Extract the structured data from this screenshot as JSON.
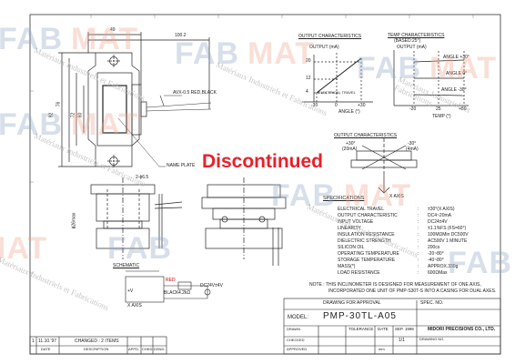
{
  "dimensions": {
    "d49": "49",
    "d100": "100.2",
    "d76": "76",
    "d92": "92",
    "d60": "60",
    "d72": "72",
    "d63": "63",
    "hole": "2-ϕ6.5",
    "height": "ϕ26max"
  },
  "labels": {
    "lead": "AVX-0.5  RED,BLACK",
    "nameplate": "NAME PLATE",
    "xaxis": "X AXIS",
    "schematic": "SCHEMATIC",
    "sch_red": "RED",
    "sch_black": "BLACK",
    "sch_vplus": "+V",
    "sch_xaxis": "X AXIS",
    "sch_resistor": "4.2kΩ",
    "sch_supply": "DC24V±4V"
  },
  "charts": {
    "output_title": "OUTPUT CHARACTERISTICS",
    "output_ylabel": "OUTPUT (mA)",
    "output_y20": "20",
    "output_y12": "12",
    "output_y4": "4",
    "output_ctr": "ELECTRICAL TRAVEL",
    "output_xm30": "-30",
    "output_x0": "0",
    "output_xp30": "+30",
    "output_angle": "ANGLE (°)",
    "temp_title": "TEMP CHARACTERISTICS",
    "temp_sub": "(BASED:25°)",
    "temp_ylabel": "OUTPUT (mA)",
    "temp_a30": "ANGLE +30°",
    "temp_a0": "ANGLE 0°",
    "temp_am30": "ANGLE -30°",
    "temp_x_m20": "-20",
    "temp_x25": "25",
    "temp_x80": "+80",
    "temp_xlabel": "TEMP (°)",
    "out2_title": "OUTPUT CHARACTERISTICS",
    "out2_p30": "+30°",
    "out2_p30b": "(20mA)",
    "out2_m30": "-30°",
    "out2_m30b": "(4mA)"
  },
  "specs": {
    "title": "SPECIFICATIONS",
    "rows": [
      {
        "label": "ELECTRICAL TRAVEL",
        "value": "±30°(X AXIS)"
      },
      {
        "label": "OUTPUT CHARACTERISTIC",
        "value": "DC4~20mA"
      },
      {
        "label": "INPUT VOLTAGE",
        "value": "DC24±4V"
      },
      {
        "label": "LINEARITY",
        "value": "±1.1%FS (FS=60°)"
      },
      {
        "label": "INSULATION RESISTANCE",
        "value": "100MΩMin  DC500V"
      },
      {
        "label": "DIELECTRIC STRENGTH",
        "value": "AC500V  1 MINUTE"
      },
      {
        "label": "SILICON OIL",
        "value": "200cs"
      },
      {
        "label": "OPERATING TEMPERATURE",
        "value": "-20~80°"
      },
      {
        "label": "STORAGE TEMPERATURE",
        "value": "-40~80°"
      },
      {
        "label": "MASS(*)",
        "value": "APPROX.330g"
      },
      {
        "label": "LOAD RESISTANCE",
        "value": "600ΩMax"
      }
    ],
    "note1": "NOTE : THIS INCLINOMETER IS DESIGNED FOR MEASUREMENT OF ONE AXIS,",
    "note2": "INCORPORATED ONE UNIT OF PMP-S30T-S INTO A CASING FOR DUAL AXES."
  },
  "titleblock": {
    "spec_no": "SPEC. NO.",
    "drawing_for": "DRAWING FOR APPROVAL",
    "model_label": "MODEL:",
    "model": "PMP-30TL-A05",
    "tolerance": "TOLERANCE",
    "date_label": "DATE",
    "date_value": "SEP. 1996",
    "scale": "1/1",
    "company": "MIDORI PRECISIONS CO., LTD.",
    "drawing_no": "DRAWING NO.",
    "drawn": "DRAWN",
    "checked": "CHECKED",
    "approved": "APPROVED",
    "unit": "mm",
    "rev_num": "1",
    "rev_date": "11.10.'97",
    "rev_desc": "CHANGED : 2 ITEMS",
    "rev_col_date": "DATE",
    "rev_col_desc": "DESCRIPTION",
    "rev_col_appd": "APPD.",
    "rev_col_chkd": "CHKD.",
    "rev_col_dsnd": "DSND."
  },
  "overlay": {
    "discontinued": "Discontinued",
    "wm_fab": "FAB",
    "wm_mat": "MAT",
    "wm_sub": "Matériaux Industriels et Fabrications"
  }
}
